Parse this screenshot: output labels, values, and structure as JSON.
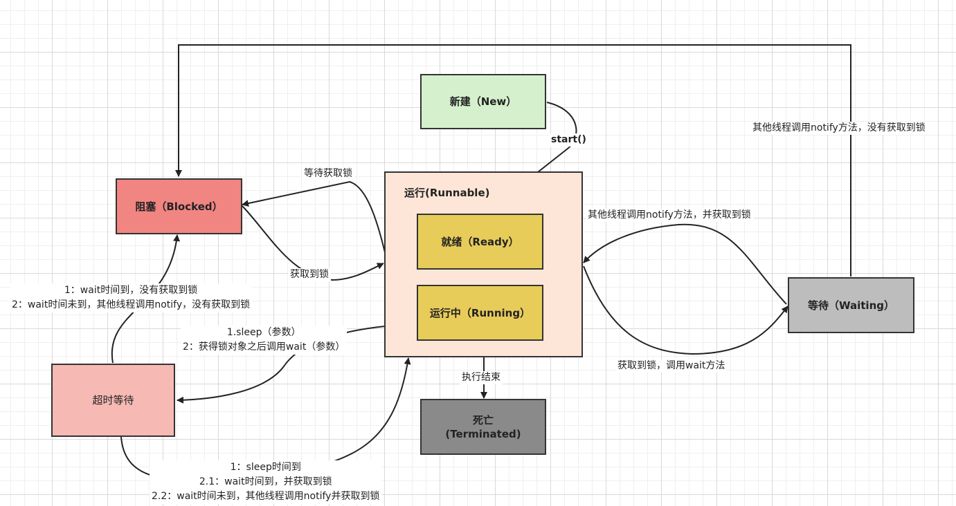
{
  "states": {
    "new": "新建（New）",
    "runnable": "运行(Runnable)",
    "ready": "就绪（Ready）",
    "running": "运行中（Running）",
    "blocked": "阻塞（Blocked）",
    "waiting": "等待（Waiting）",
    "timed_waiting": "超时等待",
    "terminated_line1": "死亡",
    "terminated_line2": "(Terminated)"
  },
  "transitions": {
    "start": "start()",
    "wait_for_lock": "等待获取锁",
    "got_lock": "获取到锁",
    "timeout_to_blocked_1": "1：wait时间到，没有获取到锁",
    "timeout_to_blocked_2": "2：wait时间未到，其他线程调用notify，没有获取到锁",
    "runnable_to_timed_1": "1.sleep（参数）",
    "runnable_to_timed_2": "2：获得锁对象之后调用wait（参数）",
    "finished": "执行结束",
    "notify_got_lock": "其他线程调用notify方法，并获取到锁",
    "notify_no_lock": "其他线程调用notify方法，没有获取到锁",
    "got_lock_call_wait": "获取到锁，调用wait方法",
    "timed_to_runnable_1": "1：sleep时间到",
    "timed_to_runnable_2": "2.1：wait时间到，并获取到锁",
    "timed_to_runnable_3": "2.2：wait时间未到，其他线程调用notify并获取到锁"
  },
  "colors": {
    "new": "#d5f0cd",
    "runnable": "#fde6d7",
    "ready": "#e8cc5a",
    "running": "#e8cc5a",
    "blocked": "#f08582",
    "waiting": "#bdbdbd",
    "timed_waiting": "#f7b9b3",
    "terminated": "#8a8a8a"
  }
}
